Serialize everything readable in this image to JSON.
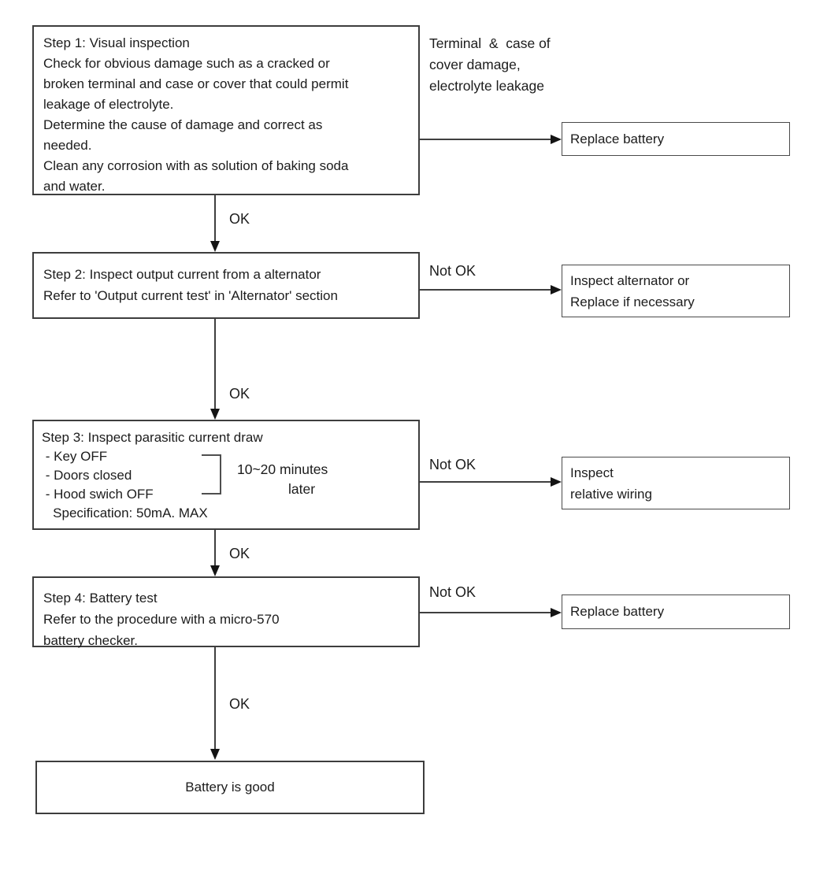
{
  "colors": {
    "background": "#ffffff",
    "ink": "#1c1c1c",
    "box_border": "#3d3d3d",
    "connector": "#3f3f3f"
  },
  "nodes": {
    "step1": {
      "lines": [
        "Step 1: Visual inspection",
        "Check for obvious damage such as a cracked or",
        "broken terminal and case or cover that could permit",
        "leakage of electrolyte.",
        "Determine the cause of damage and correct as",
        "needed.",
        "Clean any corrosion with as solution of baking soda",
        "and water."
      ]
    },
    "step2": {
      "lines": [
        "Step 2: Inspect output current from a alternator",
        "Refer to 'Output current test' in 'Alternator' section"
      ]
    },
    "step3": {
      "lines": [
        "Step 3: Inspect parasitic current draw",
        " - Key OFF",
        " - Doors closed",
        " - Hood swich OFF",
        "   Specification: 50mA. MAX"
      ],
      "note_line1": "10~20 minutes",
      "note_line2": "later"
    },
    "step4": {
      "lines": [
        "Step 4: Battery test",
        "Refer to the procedure with a micro-570",
        "battery checker."
      ]
    },
    "final": {
      "label": "Battery is good"
    },
    "outcome1": {
      "label": "Replace battery"
    },
    "outcome2": {
      "lines": [
        "Inspect alternator or",
        "Replace if necessary"
      ]
    },
    "outcome3": {
      "lines": [
        "Inspect",
        "relative wiring"
      ]
    },
    "outcome4": {
      "label": "Replace battery"
    }
  },
  "annotations": {
    "side_note_lines": [
      "Terminal  &  case of",
      "cover damage,",
      "electrolyte leakage"
    ]
  },
  "edge_labels": {
    "ok1": "OK",
    "ok2": "OK",
    "ok3": "OK",
    "ok4": "OK",
    "not_ok1": "Not OK",
    "not_ok2": "Not OK",
    "not_ok3": "Not OK"
  }
}
